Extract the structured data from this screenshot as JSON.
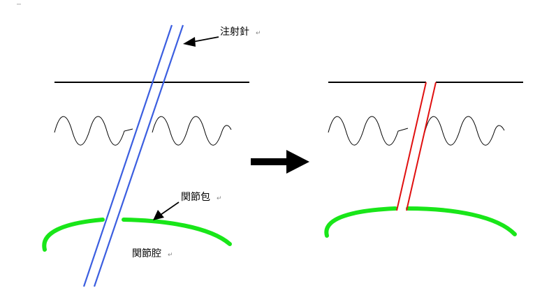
{
  "labels": {
    "needle": "注射針",
    "capsule": "関節包",
    "cavity": "関節腔",
    "return_mark": "↵"
  },
  "colors": {
    "needle": "#3b5ee0",
    "capsule": "#19e619",
    "track": "#e01010",
    "line": "#000000"
  }
}
